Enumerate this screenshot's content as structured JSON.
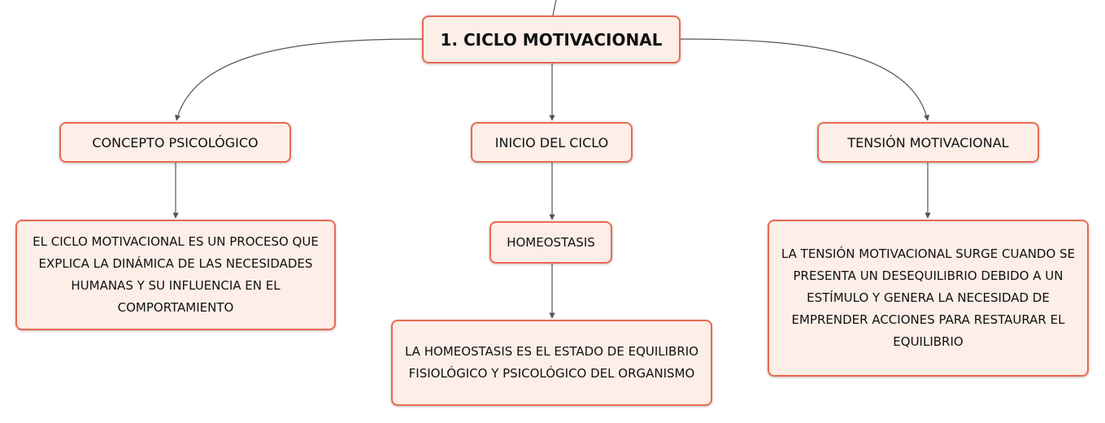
{
  "diagram": {
    "root": {
      "label": "1. CICLO MOTIVACIONAL"
    },
    "branches": [
      {
        "label": "CONCEPTO PSICOLÓGICO",
        "description": "EL CICLO MOTIVACIONAL ES UN PROCESO QUE EXPLICA LA DINÁMICA DE LAS NECESIDADES HUMANAS Y SU INFLUENCIA EN EL COMPORTAMIENTO"
      },
      {
        "label": "INICIO DEL CICLO",
        "child": {
          "label": "HOMEOSTASIS",
          "description": "LA HOMEOSTASIS ES EL ESTADO DE EQUILIBRIO FISIOLÓGICO Y PSICOLÓGICO DEL ORGANISMO"
        }
      },
      {
        "label": "TENSIÓN MOTIVACIONAL",
        "description": "LA TENSIÓN MOTIVACIONAL SURGE CUANDO SE PRESENTA UN DESEQUILIBRIO DEBIDO A UN ESTÍMULO Y GENERA LA NECESIDAD DE EMPRENDER ACCIONES PARA RESTAURAR EL EQUILIBRIO"
      }
    ],
    "colors": {
      "node_fill": "#fdeee8",
      "node_border": "#ea6a52",
      "connector": "#555555",
      "text": "#111111"
    }
  }
}
